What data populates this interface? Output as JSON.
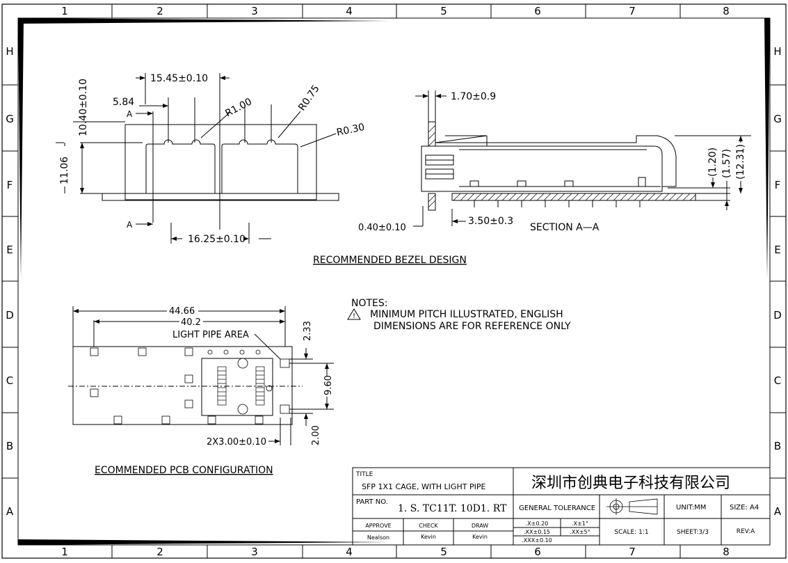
{
  "frame": {
    "columns": [
      "1",
      "2",
      "3",
      "4",
      "5",
      "6",
      "7",
      "8"
    ],
    "rows": [
      "H",
      "G",
      "F",
      "E",
      "D",
      "C",
      "B",
      "A"
    ]
  },
  "bezel": {
    "dims": {
      "w1545": "15.45±0.10",
      "w584": "5.84",
      "r100": "R1.00",
      "r075": "R0.75",
      "r030": "R0.30",
      "h1040": "10.40±0.10",
      "h1106": "11.06",
      "w1625": "16.25±0.10"
    },
    "section_a_top": "A",
    "section_a_bottom": "A",
    "caption": "RECOMMENDED  BEZEL  DESIGN"
  },
  "section": {
    "dims": {
      "d170": "1.70±0.9",
      "d040": "0.40±0.10",
      "d350": "3.50±0.3",
      "d120": "(1.20)",
      "d157": "(1.57)",
      "d1231": "(12.31)"
    },
    "label": "SECTION  A—A"
  },
  "notes": {
    "title": "NOTES:",
    "warning_mark": "!",
    "line1": "MINIMUM  PITCH  ILLUSTRATED,  ENGLISH",
    "line2": "DIMENSIONS  ARE  FOR  REFERENCE  ONLY"
  },
  "pcb": {
    "dims": {
      "d4466": "44.66",
      "d402": "40.2",
      "light_pipe": "LIGHT  PIPE  AREA",
      "d233": "2.33",
      "d960": "9.60",
      "d200": "2.00",
      "d2x300": "2X3.00±0.10"
    },
    "caption": "ECOMMENDED  PCB  CONFIGURATION"
  },
  "titleblock": {
    "title_label": "TITLE",
    "title_value": "SFP  1X1  CAGE,  WITH  LIGHT  PIPE",
    "company": "深圳市创典电子科技有限公司",
    "partno_label": "PART  NO.",
    "partno_value": "1. S. TC11T. 10D1. RT",
    "general_tolerance": "GENERAL  TOLERANCE",
    "unit": "UNIT:MM",
    "size": "SIZE:  A4",
    "approve_label": "APPROVE",
    "check_label": "CHECK",
    "draw_label": "DRAW",
    "approve_name": "Nealson",
    "check_name": "Kevin",
    "draw_name": "Kevin",
    "tol_x": ".X±0.20",
    "tol_xx": ".XX±0.15",
    "tol_xxx": ".XXX±0.10",
    "tol_ang1": ".X±1°",
    "tol_ang2": ".XX±5°",
    "scale": "SCALE:  1:1",
    "sheet": "SHEET:3/3",
    "rev": "REV:A"
  }
}
